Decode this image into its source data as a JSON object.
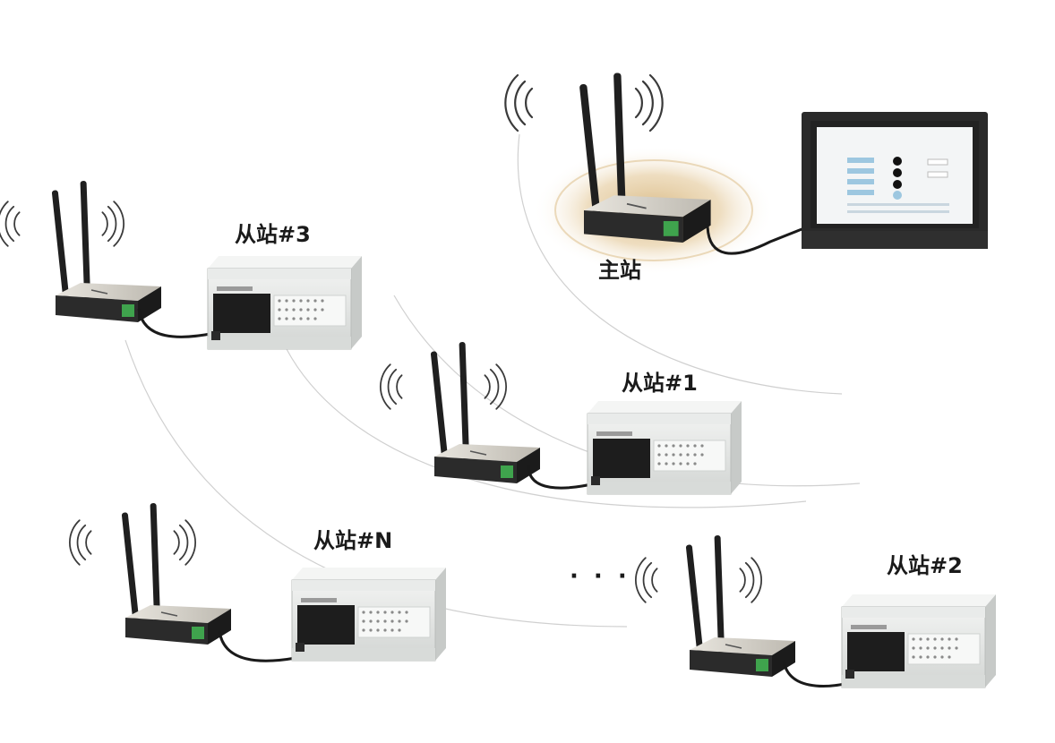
{
  "master": {
    "label": "主站"
  },
  "slaves": [
    {
      "id": "slave-3",
      "label": "从站#3"
    },
    {
      "id": "slave-1",
      "label": "从站#1"
    },
    {
      "id": "slave-n",
      "label": "从站#N"
    },
    {
      "id": "slave-2",
      "label": "从站#2"
    }
  ],
  "ellipsis": "· · ·",
  "colors": {
    "router_body": "#2b2b2b",
    "router_top": "#d9d6cf",
    "terminal_green": "#3fa34d",
    "plc_body": "#e4e6e5",
    "plc_panel": "#1d1d1d",
    "glow": "#d9b983",
    "hmi_frame": "#2a2a2a",
    "hmi_screen": "#f3f5f6",
    "wave_line": "#d0d0d0"
  },
  "icons": {
    "router": "wireless-router-icon",
    "plc": "plc-icon",
    "hmi": "hmi-touchscreen-icon",
    "signal": "signal-waves-icon"
  }
}
